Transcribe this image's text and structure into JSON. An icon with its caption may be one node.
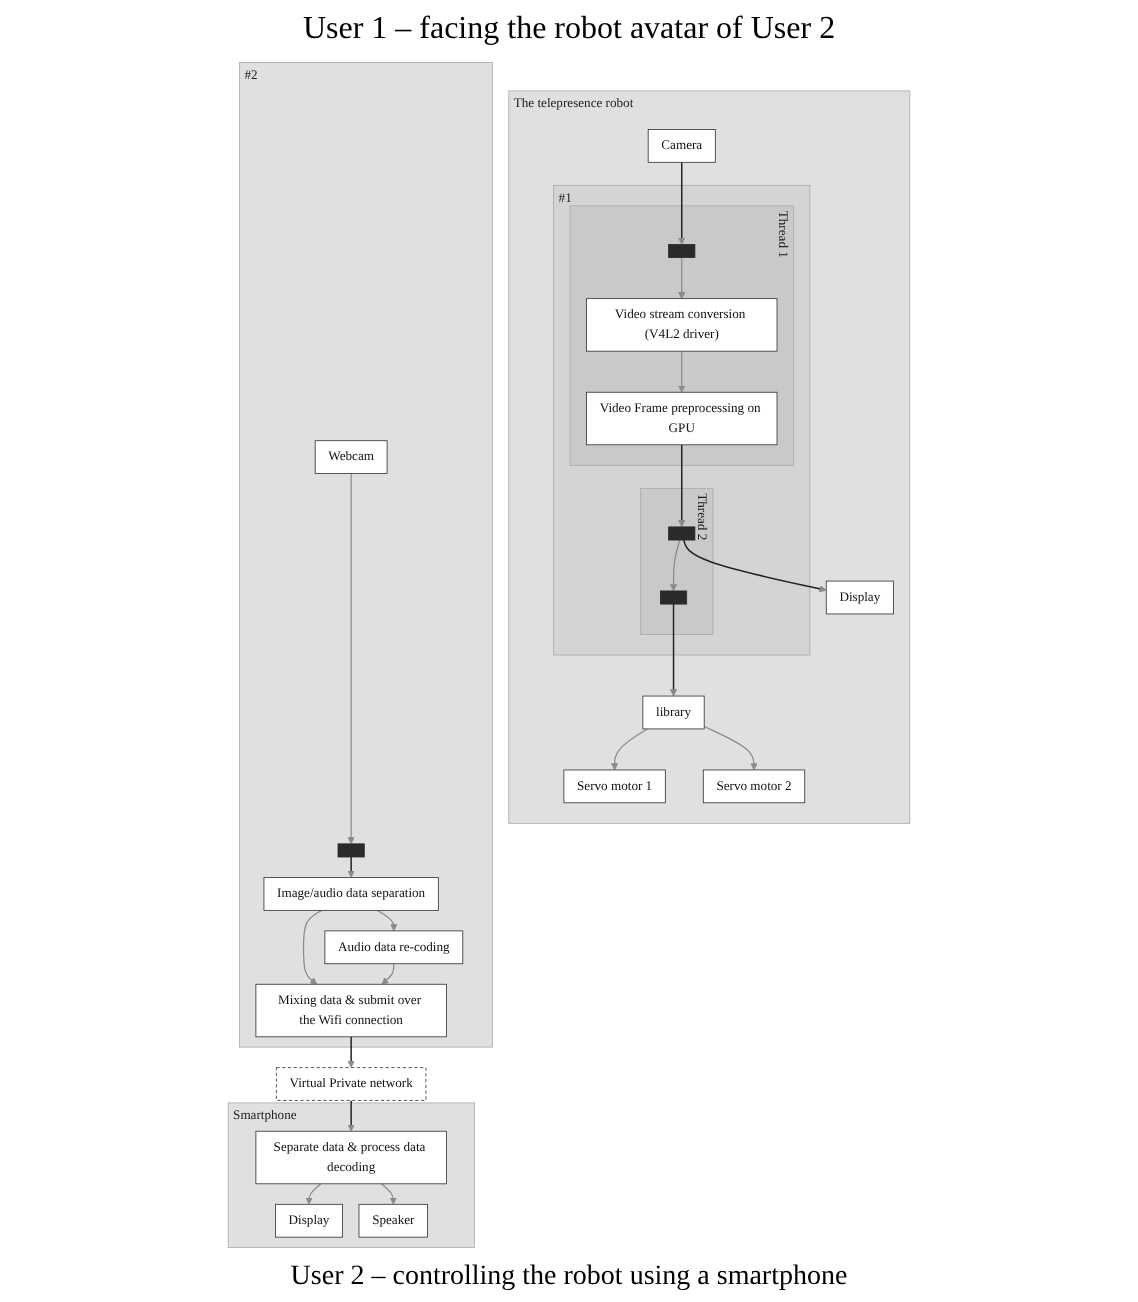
{
  "diagram": {
    "title": "User 1 – facing the robot avatar of User 2",
    "nodes": [
      {
        "text": [
          "The telepresence robot"
        ]
      },
      {
        "text": [
          "Camera"
        ],
        "in": 0
      },
      {
        "text": [
          "#1"
        ],
        "in": 0
      },
      {
        "text": [
          "Thread 1"
        ],
        "in": 2
      },
      {
        "text": [],
        "shape": "bar",
        "in": 3
      },
      {
        "text": [
          "Video stream conversion (V4L2 driver)"
        ],
        "in": 3
      },
      {
        "text": [
          "Video Frame preprocessing on GPU"
        ],
        "in": 3
      },
      {
        "text": [
          "Thread 2"
        ],
        "in": 2
      },
      {
        "text": [],
        "shape": "bar",
        "in": 7
      },
      {
        "text": [],
        "shape": "bar",
        "in": 7
      },
      {
        "text": [
          "Display"
        ],
        "in": 0
      },
      {
        "text": [
          "library"
        ],
        "in": 0
      },
      {
        "text": [
          "Servo motor 1"
        ],
        "in": 0
      },
      {
        "text": [
          "Servo motor 2"
        ],
        "in": 0
      },
      {
        "text": [
          "#2"
        ]
      },
      {
        "text": [
          "Webcam"
        ],
        "in": 14
      },
      {
        "text": [],
        "shape": "bar",
        "in": 14
      },
      {
        "text": [
          "Image/audio data separation"
        ],
        "in": 14
      },
      {
        "text": [
          "Audio data re-coding"
        ],
        "in": 14
      },
      {
        "text": [
          "Mixing data & submit over the Wifi connection"
        ],
        "in": 14
      },
      {
        "text": [
          "Virtual Private network"
        ]
      },
      {
        "text": [
          "Smartphone"
        ]
      },
      {
        "text": [
          "Separate data & process data decoding"
        ],
        "in": 21
      },
      {
        "text": [
          "Display"
        ],
        "in": 21
      },
      {
        "text": [
          "Speaker"
        ],
        "in": 21
      }
    ],
    "edges": [
      {
        "from": 1,
        "to": 4,
        "arrow": "to",
        "color": "#222222"
      },
      {
        "from": 4,
        "to": 5,
        "arrow": "to"
      },
      {
        "from": 5,
        "to": 6,
        "arrow": "to"
      },
      {
        "from": 6,
        "to": 8,
        "arrow": "to",
        "color": "#222222"
      },
      {
        "from": 8,
        "to": 10,
        "arrow": "to",
        "color": "#222222"
      },
      {
        "from": 8,
        "to": 9,
        "arrow": "to"
      },
      {
        "from": 9,
        "to": 11,
        "arrow": "to",
        "color": "#222222"
      },
      {
        "from": 11,
        "to": 12,
        "arrow": "to"
      },
      {
        "from": 11,
        "to": 13,
        "arrow": "to"
      },
      {
        "from": 15,
        "to": 16,
        "arrow": "to"
      },
      {
        "from": 16,
        "to": 17,
        "arrow": "to",
        "color": "#222222"
      },
      {
        "from": 17,
        "to": 19,
        "arrow": "to"
      },
      {
        "from": 17,
        "to": 18,
        "arrow": "to"
      },
      {
        "from": 18,
        "to": 19,
        "arrow": "to"
      },
      {
        "from": 19,
        "to": 20,
        "arrow": "to",
        "color": "#222222"
      },
      {
        "from": 20,
        "to": 22,
        "arrow": "to",
        "color": "#222222"
      },
      {
        "from": 22,
        "to": 23,
        "arrow": "to"
      },
      {
        "from": 22,
        "to": 24,
        "arrow": "to"
      }
    ],
    "labels": [
      "User 2 – controlling the robot using a smartphone"
    ]
  }
}
